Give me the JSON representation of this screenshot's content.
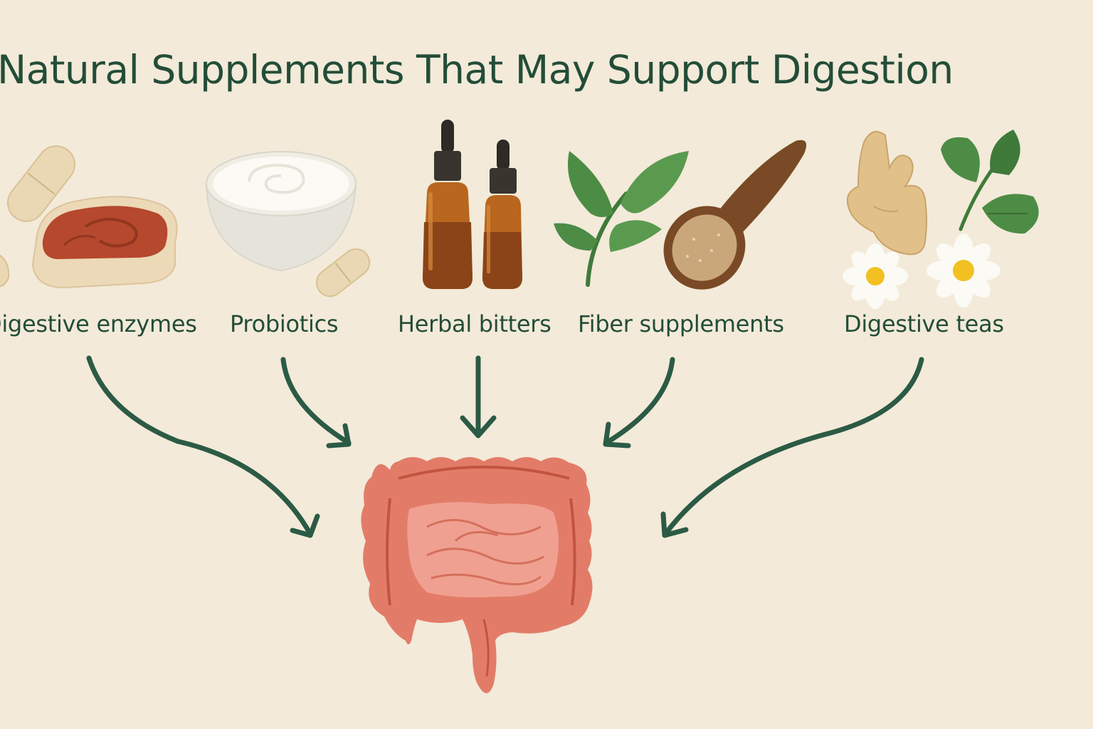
{
  "diagram": {
    "title": "Natural Supplements That May Support Digestion",
    "supplements": [
      {
        "label": "Digestive enzymes",
        "icon": "enzyme-capsules-meat-icon"
      },
      {
        "label": "Probiotics",
        "icon": "yogurt-bowl-icon"
      },
      {
        "label": "Herbal bitters",
        "icon": "dropper-bottles-icon"
      },
      {
        "label": "Fiber supplements",
        "icon": "leaves-and-spoon-icon"
      },
      {
        "label": "Digestive teas",
        "icon": "ginger-mint-chamomile-icon"
      }
    ],
    "target_icon": "intestines-icon",
    "colors": {
      "background": "#f3ead9",
      "text": "#234d38",
      "arrow": "#2b5a45",
      "intestine": "#e27c68"
    }
  }
}
